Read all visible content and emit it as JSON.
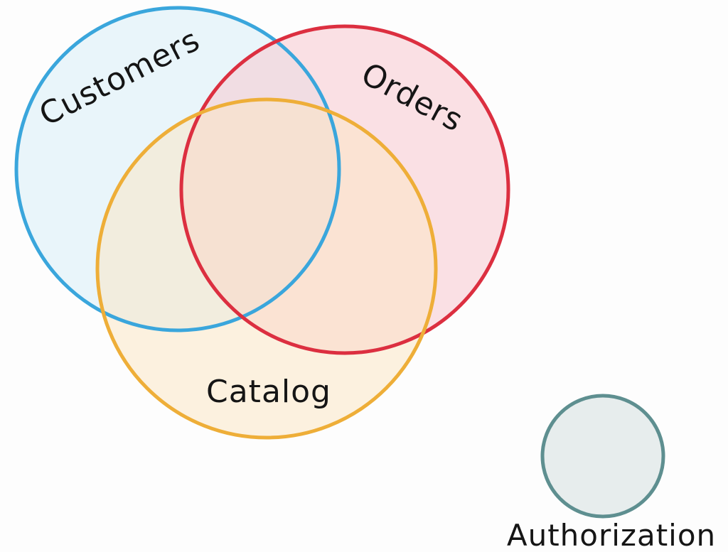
{
  "diagram": {
    "type": "venn",
    "sets": [
      {
        "id": "customers",
        "label": "Customers",
        "stroke": "#3aa6dc",
        "fill": "#d9eef8"
      },
      {
        "id": "orders",
        "label": "Orders",
        "stroke": "#dc2f40",
        "fill": "#f8c9d0"
      },
      {
        "id": "catalog",
        "label": "Catalog",
        "stroke": "#eeae38",
        "fill": "#fbe6c2"
      },
      {
        "id": "authorization",
        "label": "Authorization",
        "stroke": "#5e8f90",
        "fill": "#e7eded"
      }
    ]
  }
}
